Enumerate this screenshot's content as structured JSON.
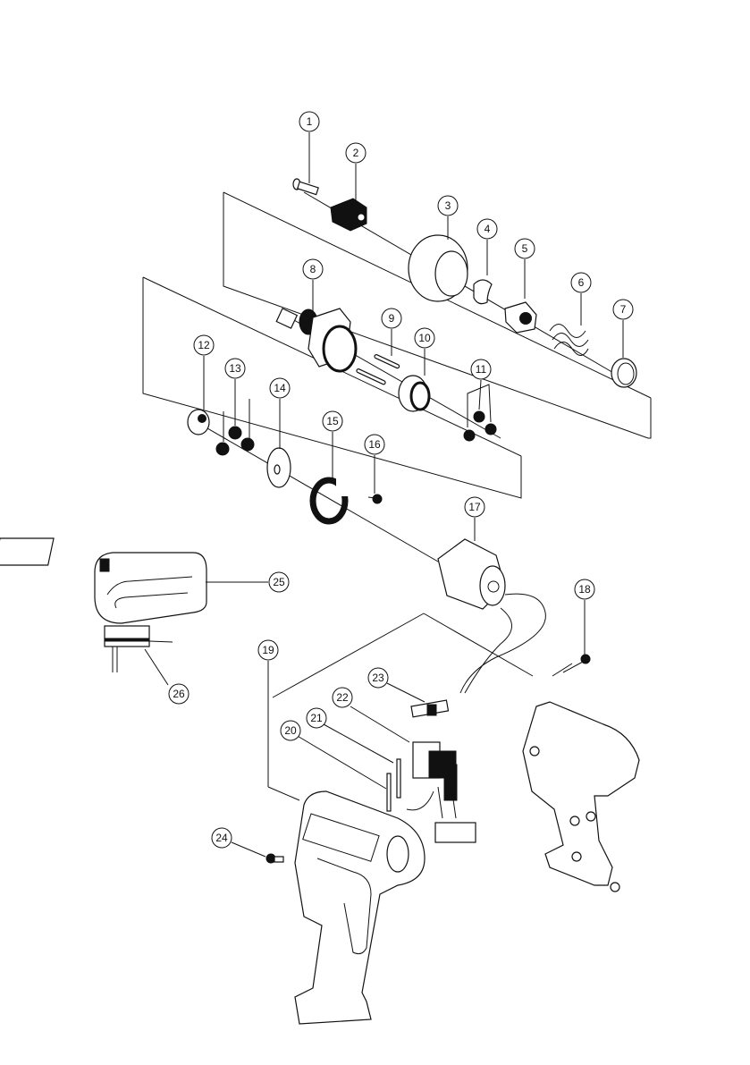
{
  "diagram": {
    "title": "Cordless drill exploded parts view",
    "callouts": [
      {
        "id": "1",
        "label": "1"
      },
      {
        "id": "2",
        "label": "2"
      },
      {
        "id": "3",
        "label": "3"
      },
      {
        "id": "4",
        "label": "4"
      },
      {
        "id": "5",
        "label": "5"
      },
      {
        "id": "6",
        "label": "6"
      },
      {
        "id": "7",
        "label": "7"
      },
      {
        "id": "8",
        "label": "8"
      },
      {
        "id": "9",
        "label": "9"
      },
      {
        "id": "10",
        "label": "10"
      },
      {
        "id": "11",
        "label": "11"
      },
      {
        "id": "12",
        "label": "12"
      },
      {
        "id": "13",
        "label": "13"
      },
      {
        "id": "14",
        "label": "14"
      },
      {
        "id": "15",
        "label": "15"
      },
      {
        "id": "16",
        "label": "16"
      },
      {
        "id": "17",
        "label": "17"
      },
      {
        "id": "18",
        "label": "18"
      },
      {
        "id": "19",
        "label": "19"
      },
      {
        "id": "20",
        "label": "20"
      },
      {
        "id": "21",
        "label": "21"
      },
      {
        "id": "22",
        "label": "22"
      },
      {
        "id": "23",
        "label": "23"
      },
      {
        "id": "24",
        "label": "24"
      },
      {
        "id": "25",
        "label": "25"
      },
      {
        "id": "26",
        "label": "26"
      }
    ],
    "parts": [
      {
        "callout": "1",
        "icon": "screw-icon"
      },
      {
        "callout": "2",
        "icon": "chuck-icon"
      },
      {
        "callout": "3",
        "icon": "torque-collar-icon"
      },
      {
        "callout": "4",
        "icon": "clip-icon"
      },
      {
        "callout": "5",
        "icon": "nut-icon"
      },
      {
        "callout": "6",
        "icon": "spring-icon"
      },
      {
        "callout": "7",
        "icon": "ring-icon"
      },
      {
        "callout": "8",
        "icon": "gearbox-icon"
      },
      {
        "callout": "9",
        "icon": "pin-icon"
      },
      {
        "callout": "10",
        "icon": "ring-gear-icon"
      },
      {
        "callout": "11",
        "icon": "ball-icon"
      },
      {
        "callout": "12",
        "icon": "carrier-icon"
      },
      {
        "callout": "13",
        "icon": "ball-icon"
      },
      {
        "callout": "14",
        "icon": "washer-icon"
      },
      {
        "callout": "15",
        "icon": "motor-mount-icon"
      },
      {
        "callout": "16",
        "icon": "screw-icon"
      },
      {
        "callout": "17",
        "icon": "motor-icon"
      },
      {
        "callout": "18",
        "icon": "screw-icon"
      },
      {
        "callout": "19",
        "icon": "housing-icon"
      },
      {
        "callout": "20",
        "icon": "rod-icon"
      },
      {
        "callout": "21",
        "icon": "rod-icon"
      },
      {
        "callout": "22",
        "icon": "switch-icon"
      },
      {
        "callout": "23",
        "icon": "direction-lever-icon"
      },
      {
        "callout": "24",
        "icon": "screw-icon"
      },
      {
        "callout": "25",
        "icon": "battery-icon"
      },
      {
        "callout": "26",
        "icon": "charger-icon"
      }
    ]
  }
}
